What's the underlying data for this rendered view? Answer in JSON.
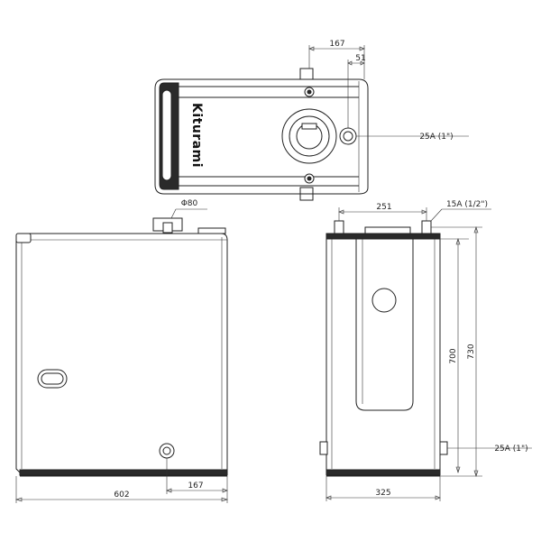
{
  "brand": "Kiturami",
  "dimensions": {
    "top_pipe_offset": "167",
    "top_side_offset": "51",
    "top_pipe_label": "25A (1\")",
    "flue_diameter": "Φ80",
    "front_width": "602",
    "front_pipe_offset": "167",
    "side_top_spacing": "251",
    "side_top_pipe_label": "15A (1/2\")",
    "side_inner_height": "700",
    "side_total_height": "730",
    "side_bottom_pipe_label": "25A (1\")",
    "side_depth": "325"
  }
}
